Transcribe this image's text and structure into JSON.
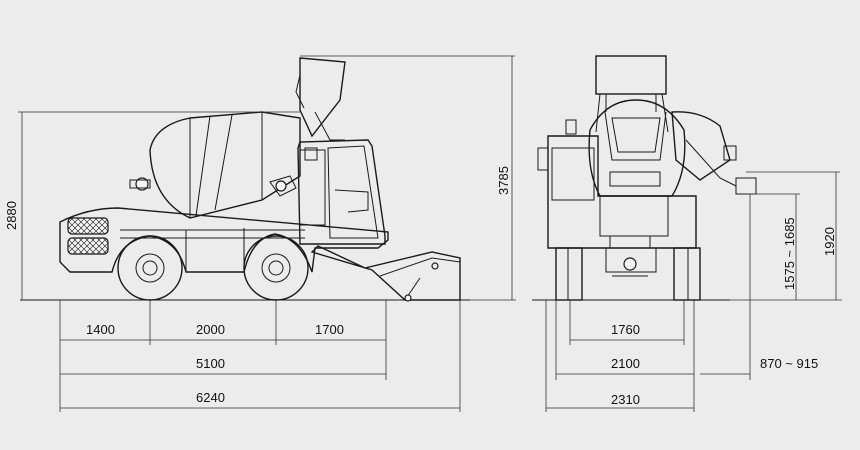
{
  "dimensions": {
    "overall_height_side": "2880",
    "raised_height": "3785",
    "front_overhang": "1400",
    "wheelbase": "2000",
    "rear_overhang": "1700",
    "body_length": "5100",
    "overall_length": "6240",
    "bucket_height_range": "1575 ~ 1685",
    "discharge_height": "1920",
    "track_width": "1760",
    "body_width": "2100",
    "overall_width": "2310",
    "chute_extension": "870 ~ 915"
  },
  "colors": {
    "background": "#ececec",
    "line": "#1a1a1a"
  }
}
